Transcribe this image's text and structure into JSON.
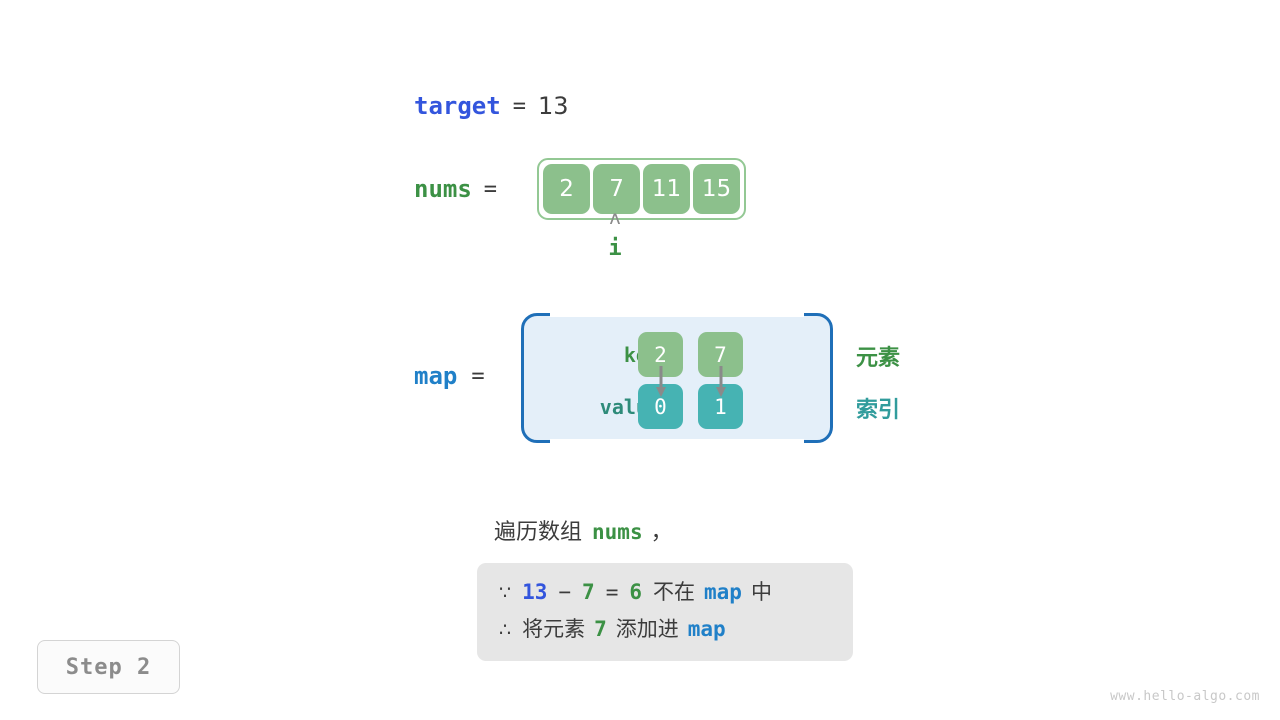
{
  "target": {
    "label": "target",
    "equals": "=",
    "value": "13"
  },
  "nums": {
    "label": "nums",
    "equals": "=",
    "values": [
      "2",
      "7",
      "11",
      "15"
    ]
  },
  "pointer": {
    "caret": "ʌ",
    "name": "i",
    "index": 1
  },
  "map": {
    "label": "map",
    "equals": "=",
    "row_labels": {
      "key": "key",
      "value": "value"
    },
    "entries": [
      {
        "key": "2",
        "value": "0"
      },
      {
        "key": "7",
        "value": "1"
      }
    ],
    "side_notes": {
      "key_note": "元素",
      "value_note": "索引"
    }
  },
  "caption": {
    "prefix": "遍历数组",
    "keyword": "nums",
    "suffix": "，"
  },
  "reasoning": {
    "line1": {
      "symbol": "∵",
      "a": "13",
      "minus": "−",
      "b": "7",
      "equals": "=",
      "result": "6",
      "text_mid": "不在",
      "keyword": "map",
      "text_end": "中"
    },
    "line2": {
      "symbol": "∴",
      "text_start": "将元素",
      "num": "7",
      "text_mid": "添加进",
      "keyword": "map"
    }
  },
  "step_badge": "Step 2",
  "watermark": "www.hello-algo.com",
  "colors": {
    "target_blue": "#3355dd",
    "map_blue": "#2080c8",
    "green": "#3c9145",
    "teal": "#319c9c",
    "cell_green": "#8cc08c",
    "cell_teal": "#46b3b3",
    "map_bg": "#e4eff9",
    "map_border": "#1f6fb8",
    "reason_bg": "#e6e6e6",
    "neutral_text": "#3c3c3c",
    "arrow_gray": "#8a8a8a"
  }
}
